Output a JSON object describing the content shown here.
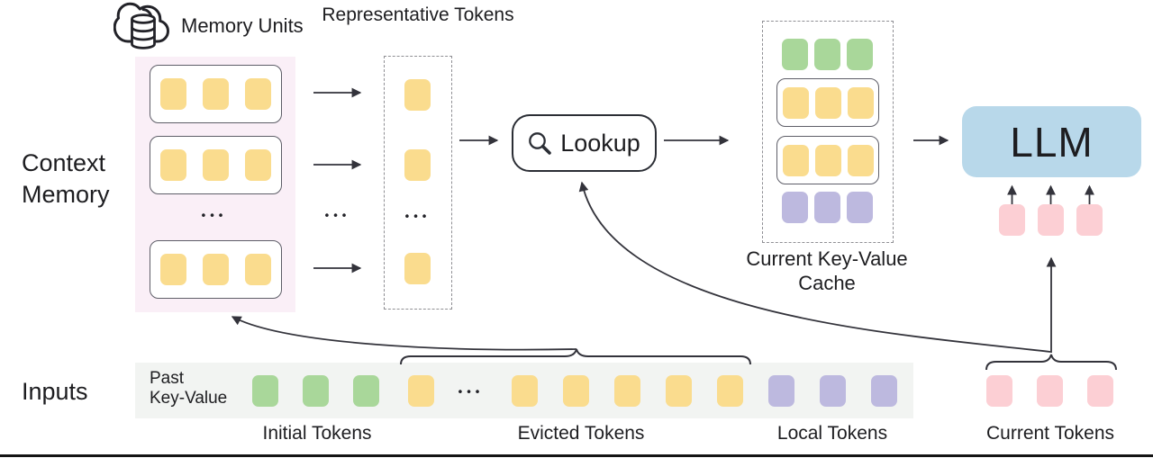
{
  "colors": {
    "token_yellow": "#fadc8e",
    "token_green": "#a9d79a",
    "token_purple": "#bdb9df",
    "token_pink": "#fccfd4",
    "llm_blue": "#b8d8ea",
    "memory_panel_pink": "#faeff7",
    "inputs_bar_gray": "#f2f4f2",
    "line_dark": "#33333b"
  },
  "context_memory": {
    "label": "Context\nMemory",
    "memory_units_label": "Memory Units",
    "ellipsis": "•••",
    "units": [
      {
        "count": 3,
        "color": "yellow"
      },
      {
        "count": 3,
        "color": "yellow"
      },
      {
        "count": 3,
        "color": "yellow"
      }
    ]
  },
  "flow_ellipsis": "•••",
  "representative": {
    "label": "Representative\nTokens",
    "ellipsis": "•••",
    "tokens": [
      {
        "count": 1,
        "color": "yellow"
      },
      {
        "count": 1,
        "color": "yellow"
      },
      {
        "count": 1,
        "color": "yellow"
      }
    ]
  },
  "lookup": {
    "label": "Lookup"
  },
  "kv_cache": {
    "label": "Current Key-Value\nCache",
    "rows": [
      {
        "count": 3,
        "color": "green",
        "boxed": false
      },
      {
        "count": 3,
        "color": "yellow",
        "boxed": true
      },
      {
        "count": 3,
        "color": "yellow",
        "boxed": true
      },
      {
        "count": 3,
        "color": "purple",
        "boxed": false
      }
    ]
  },
  "llm": {
    "label": "LLM",
    "input_tokens": {
      "count": 3,
      "color": "pink"
    }
  },
  "inputs": {
    "label": "Inputs",
    "past_kv_label": "Past\nKey-Value",
    "ellipsis": "•••",
    "token_groups": {
      "initial": {
        "count": 3,
        "color": "green"
      },
      "evicted_head": {
        "count": 1,
        "color": "yellow"
      },
      "evicted_tail": {
        "count": 5,
        "color": "yellow"
      },
      "local": {
        "count": 3,
        "color": "purple"
      },
      "current": {
        "count": 3,
        "color": "pink"
      }
    },
    "group_labels": {
      "initial": "Initial Tokens",
      "evicted": "Evicted Tokens",
      "local": "Local Tokens",
      "current": "Current Tokens"
    }
  }
}
